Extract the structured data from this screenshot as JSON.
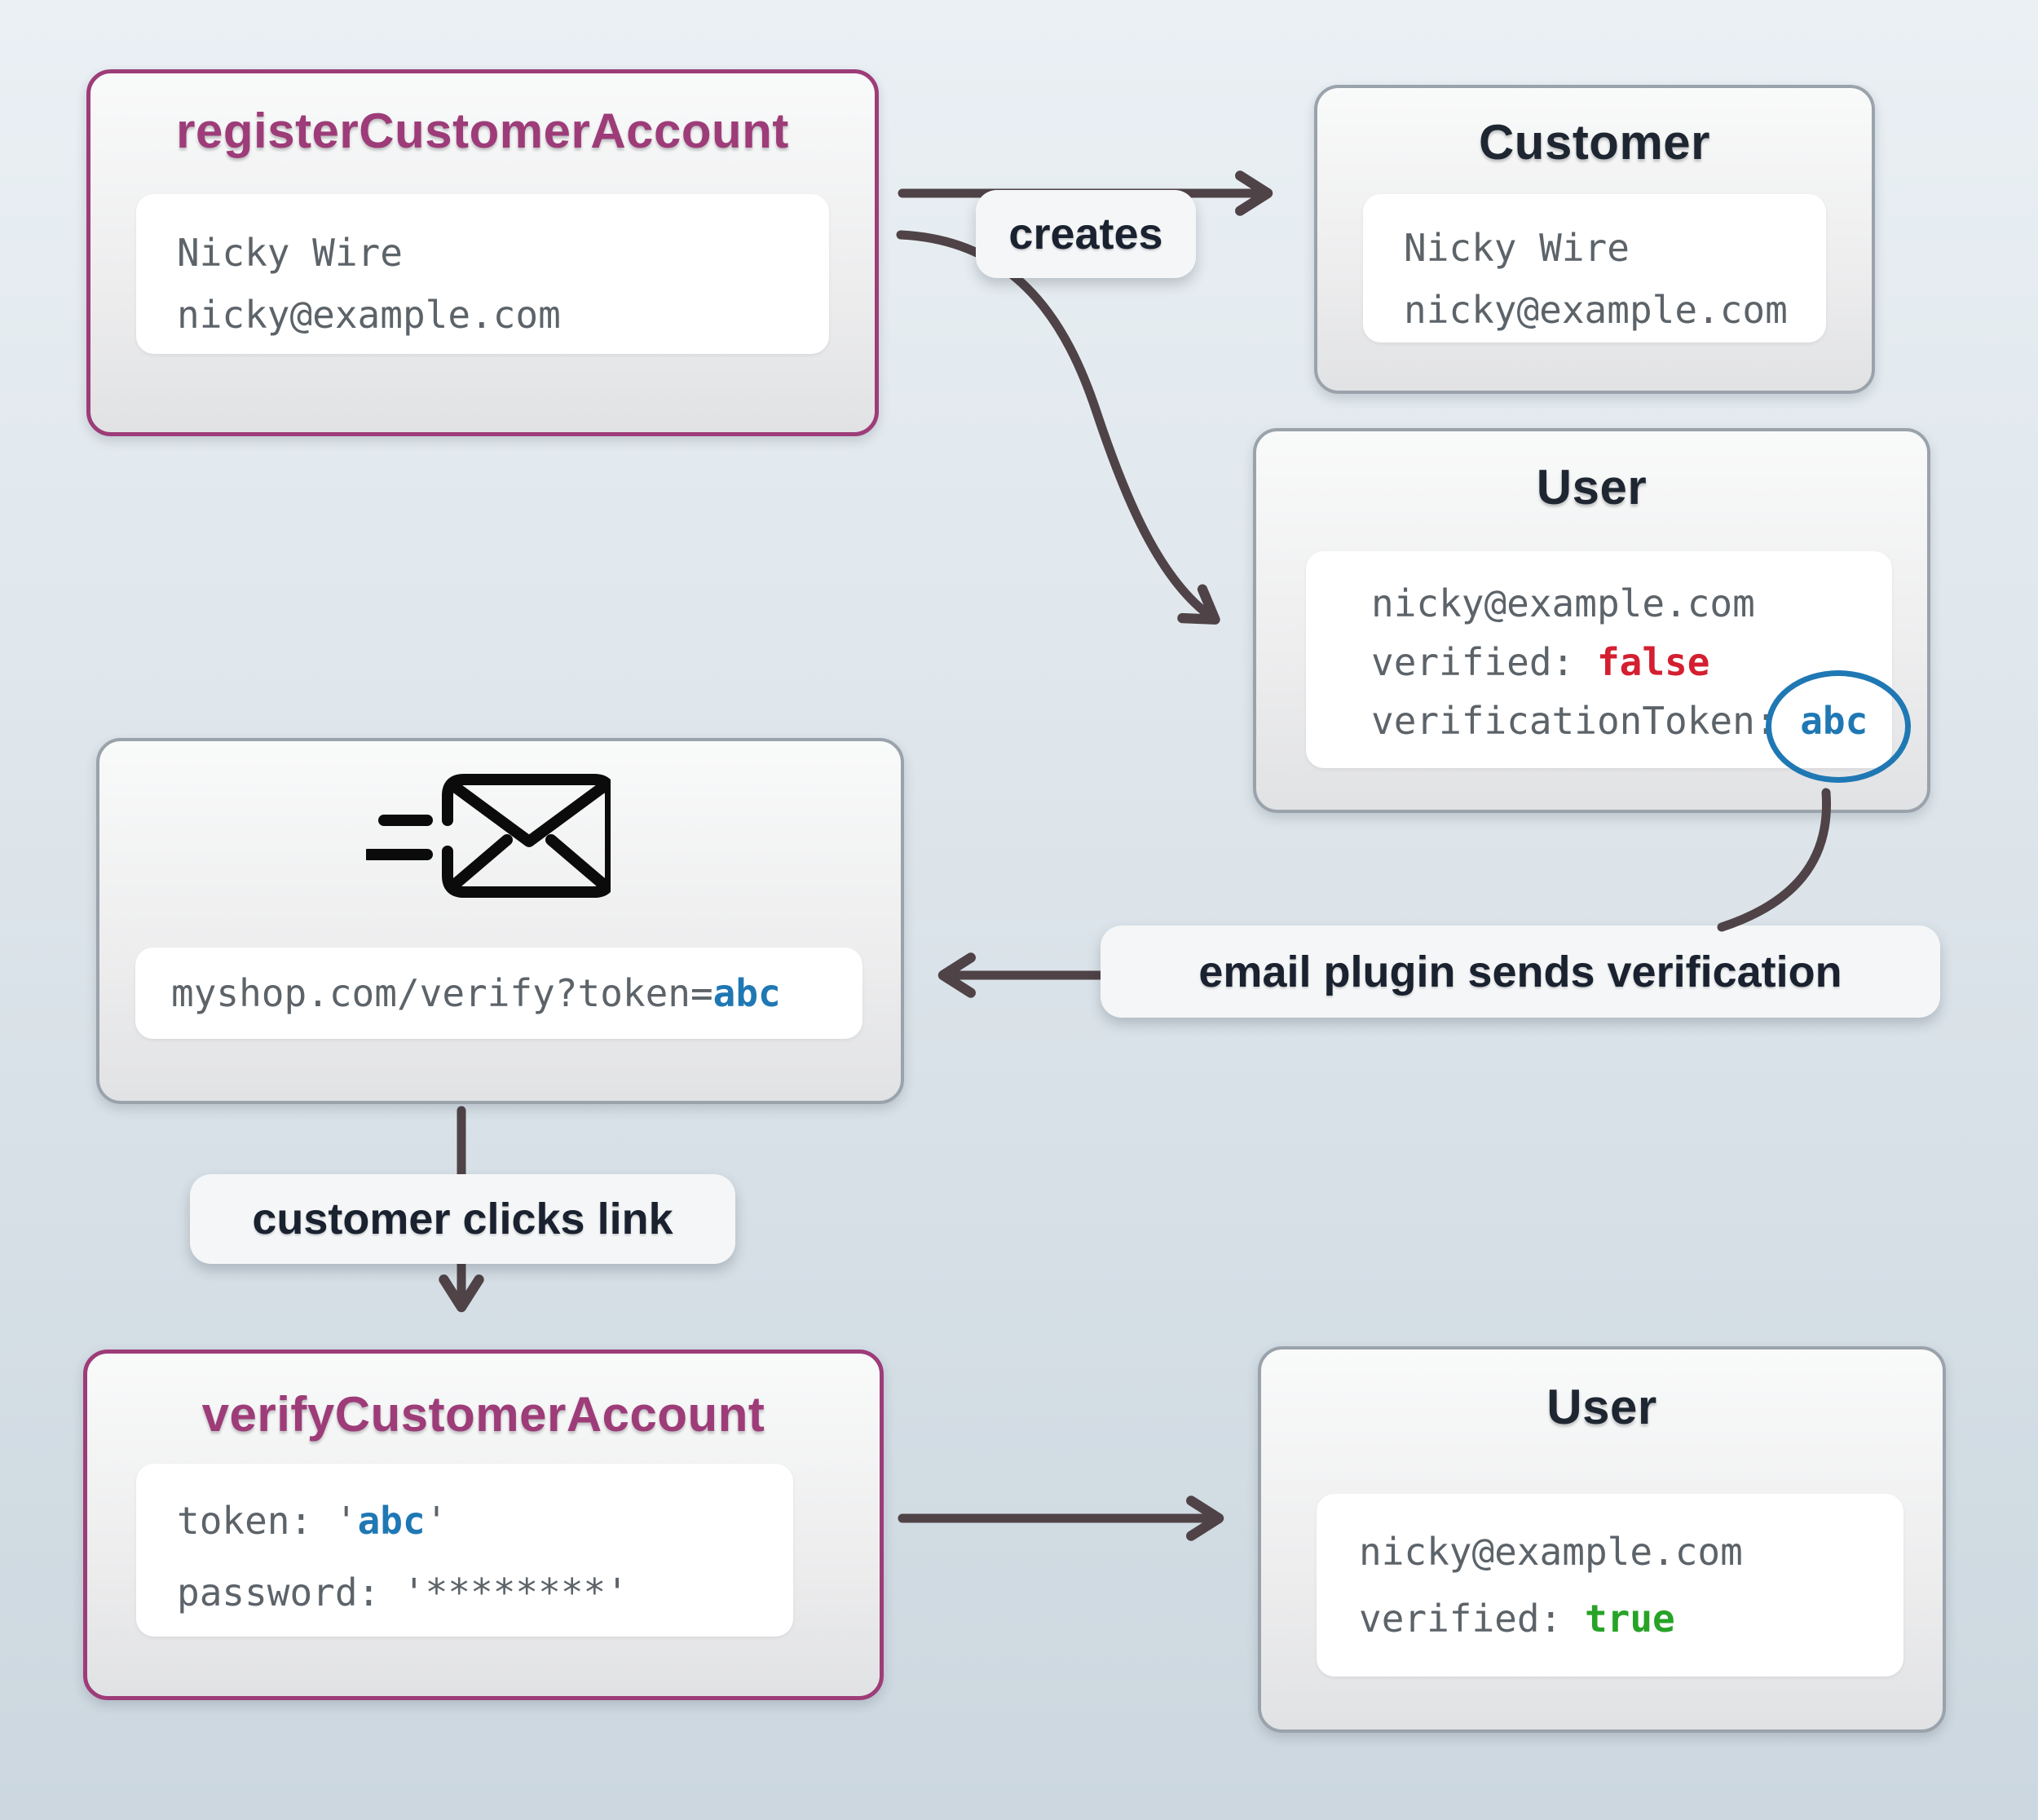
{
  "colors": {
    "magenta": "#9d3c78",
    "gray_border": "#9aa3ab",
    "arrow": "#4f4347",
    "code_gray": "#5c6369",
    "red": "#d41f30",
    "green": "#27a327",
    "blue": "#1f78b4",
    "title_dark": "#1e2631",
    "pill_bg": "#f5f6f7"
  },
  "nodes": {
    "register": {
      "title": "registerCustomerAccount",
      "name": "Nicky Wire",
      "email": "nicky@example.com"
    },
    "customer": {
      "title": "Customer",
      "name": "Nicky Wire",
      "email": "nicky@example.com"
    },
    "user_unverified": {
      "title": "User",
      "email": "nicky@example.com",
      "verified_label": "verified: ",
      "verified_value": "false",
      "token_label": "verificationToken: ",
      "token_value": "abc"
    },
    "email_message": {
      "url_prefix": "myshop.com/verify?token=",
      "url_token": "abc"
    },
    "verify": {
      "title": "verifyCustomerAccount",
      "token_label": "token: ",
      "token_open_quote": "'",
      "token_value": "abc",
      "token_close_quote": "'",
      "password_label": "password: ",
      "password_value": "'********'"
    },
    "user_verified": {
      "title": "User",
      "email": "nicky@example.com",
      "verified_label": "verified: ",
      "verified_value": "true"
    }
  },
  "labels": {
    "creates": "creates",
    "email_plugin": "email plugin sends verification",
    "customer_clicks": "customer clicks link"
  }
}
